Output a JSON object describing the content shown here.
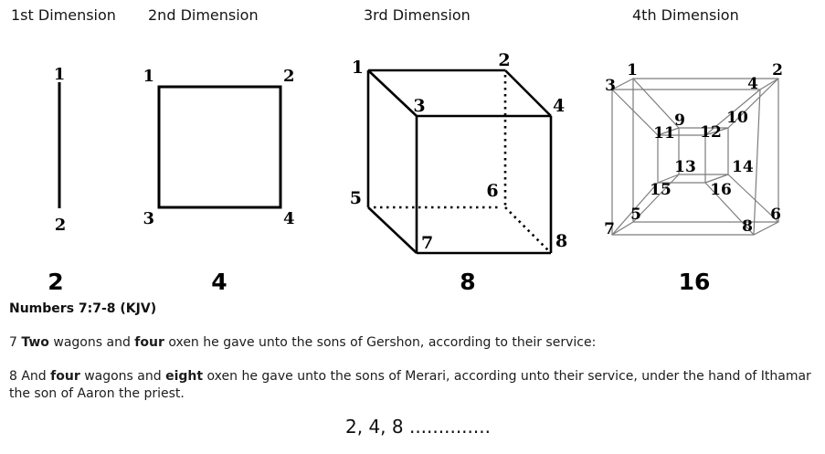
{
  "panels": [
    {
      "title": "1st Dimension",
      "count": "2",
      "vertices": [
        "1",
        "2"
      ]
    },
    {
      "title": "2nd Dimension",
      "count": "4",
      "vertices": [
        "1",
        "2",
        "3",
        "4"
      ]
    },
    {
      "title": "3rd Dimension",
      "count": "8",
      "vertices": [
        "1",
        "2",
        "3",
        "4",
        "5",
        "6",
        "7",
        "8"
      ]
    },
    {
      "title": "4th Dimension",
      "count": "16",
      "vertices": [
        "1",
        "2",
        "3",
        "4",
        "5",
        "6",
        "7",
        "8",
        "9",
        "10",
        "11",
        "12",
        "13",
        "14",
        "15",
        "16"
      ]
    }
  ],
  "scripture": {
    "heading": "Numbers 7:7-8 (KJV)",
    "verses": [
      {
        "segments": [
          {
            "text": "7 "
          },
          {
            "text": "Two",
            "bold": true
          },
          {
            "text": " wagons and "
          },
          {
            "text": "four",
            "bold": true
          },
          {
            "text": " oxen he gave unto the sons of Gershon, according to their service:"
          }
        ]
      },
      {
        "segments": [
          {
            "text": "8 And "
          },
          {
            "text": "four",
            "bold": true
          },
          {
            "text": " wagons and "
          },
          {
            "text": "eight",
            "bold": true
          },
          {
            "text": " oxen he gave unto the sons of Merari, according unto their service, under the hand of Ithamar the son of Aaron the priest."
          }
        ]
      }
    ]
  },
  "sequence_line": "2, 4, 8 ..............",
  "colors": {
    "figure_stroke": "#000000",
    "tesseract_stroke": "#7d7d7d",
    "text": "#1c1c1c"
  }
}
